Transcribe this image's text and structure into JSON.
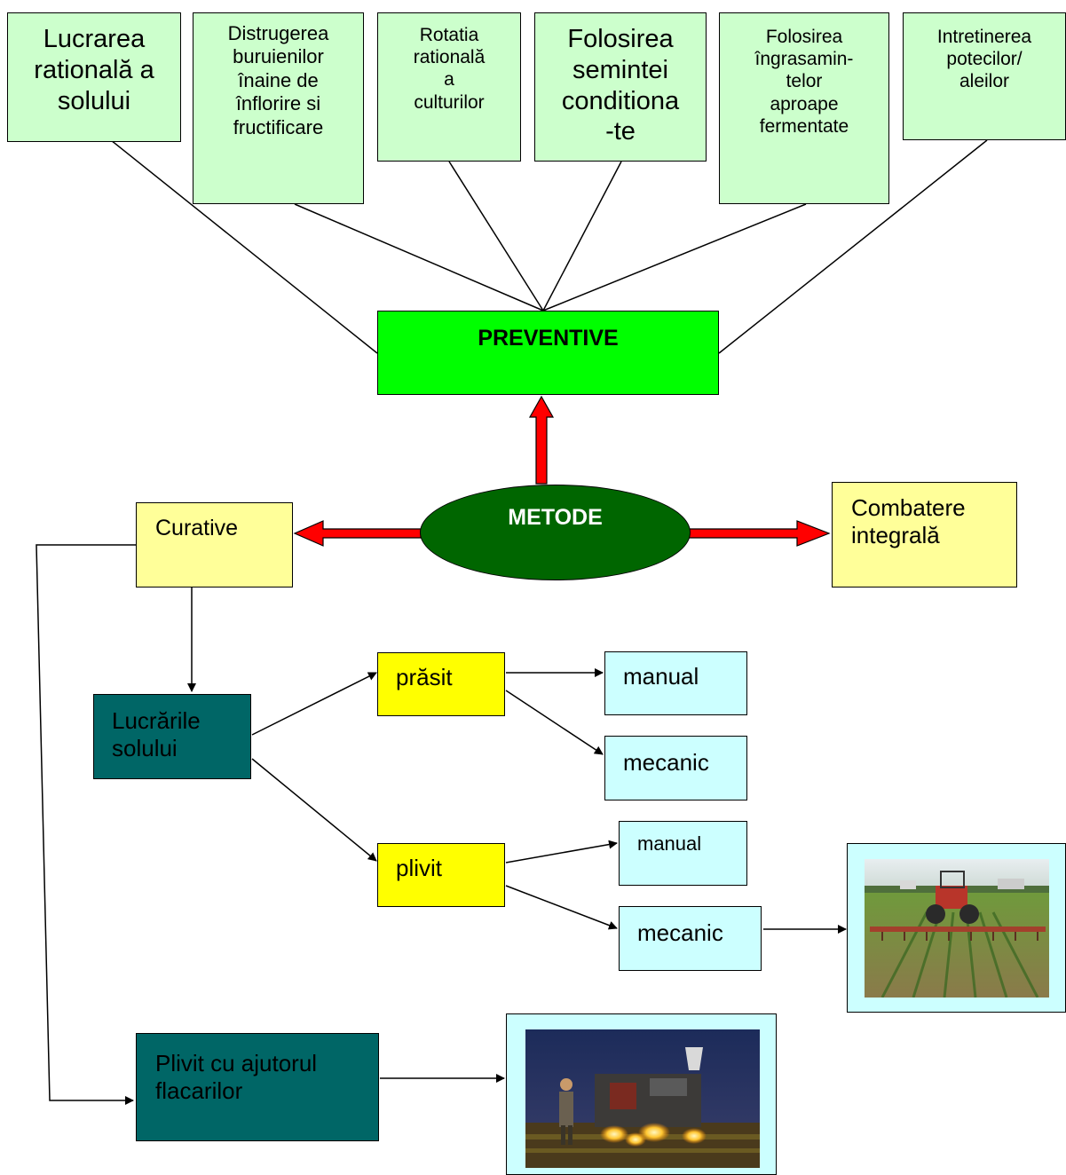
{
  "preventive_methods": [
    "Lucrarea\nratională a\nsolului",
    "Distrugerea\nburuienilor\nînaine de\nînflorire si\nfructificare",
    "Rotatia\nratională\na\nculturilor",
    "Folosirea\nsemintei\nconditiona\n-te",
    "Folosirea\nîngrasamin-\ntelor\naproape\nfermentate",
    "Intretinerea\npotecilor/\naleilor"
  ],
  "nodes": {
    "preventive": "PREVENTIVE",
    "metode": "METODE",
    "curative": "Curative",
    "combatere": "Combatere\nintegrală",
    "lucrarile": "Lucrările\nsolului",
    "prasit": "prăsit",
    "plivit": "plivit",
    "prasit_manual": "manual",
    "prasit_mecanic": "mecanic",
    "plivit_manual": "manual",
    "plivit_mecanic": "mecanic",
    "flacari": "Plivit cu ajutorul\nflacarilor"
  },
  "photos": {
    "tractor": "tractor-cultivator-photo",
    "flame": "flame-weeder-photo"
  },
  "colors": {
    "top_box": "#ccffcc",
    "preventive": "#00ff00",
    "metode": "#006600",
    "curative": "#ffff99",
    "soil_works": "#006666",
    "weeding_method": "#ffff00",
    "leaf": "#ccffff",
    "arrow": "#ff0000"
  }
}
